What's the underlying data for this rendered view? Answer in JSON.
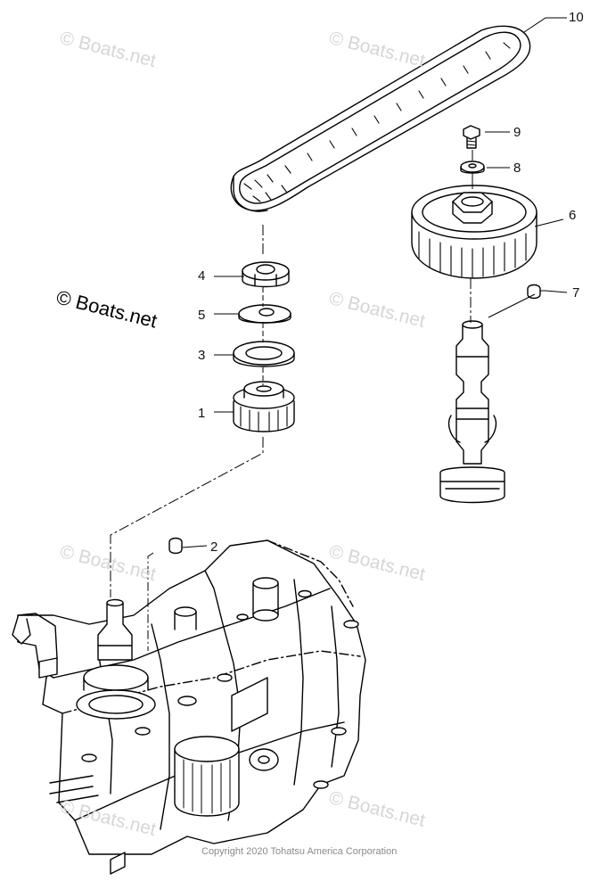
{
  "watermark": {
    "text": "© Boats.net"
  },
  "copyright": "Copyright 2020 Tohatsu America Corporation",
  "callouts": [
    "1",
    "2",
    "3",
    "4",
    "5",
    "6",
    "7",
    "8",
    "9",
    "10"
  ]
}
